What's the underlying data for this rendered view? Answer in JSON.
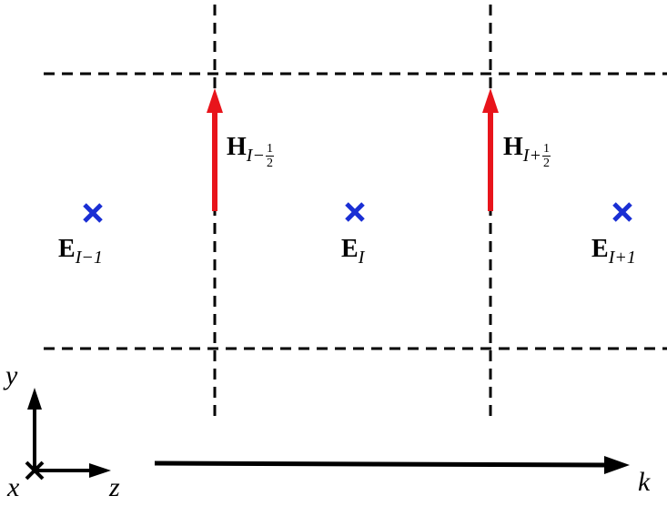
{
  "fields": {
    "e_symbol": "E",
    "h_symbol": "H",
    "e_prev_sub": "I−1",
    "e_curr_sub": "I",
    "e_next_sub": "I+1",
    "h_prev_sub": "I−",
    "h_next_sub": "I+",
    "half_num": "1",
    "half_den": "2"
  },
  "axes": {
    "y_label": "y",
    "x_label": "x",
    "z_label": "z",
    "k_label": "k"
  },
  "colors": {
    "grid": "#000000",
    "h_arrow": "#e8141b",
    "e_marker": "#1a2fd4",
    "axis": "#000000"
  }
}
